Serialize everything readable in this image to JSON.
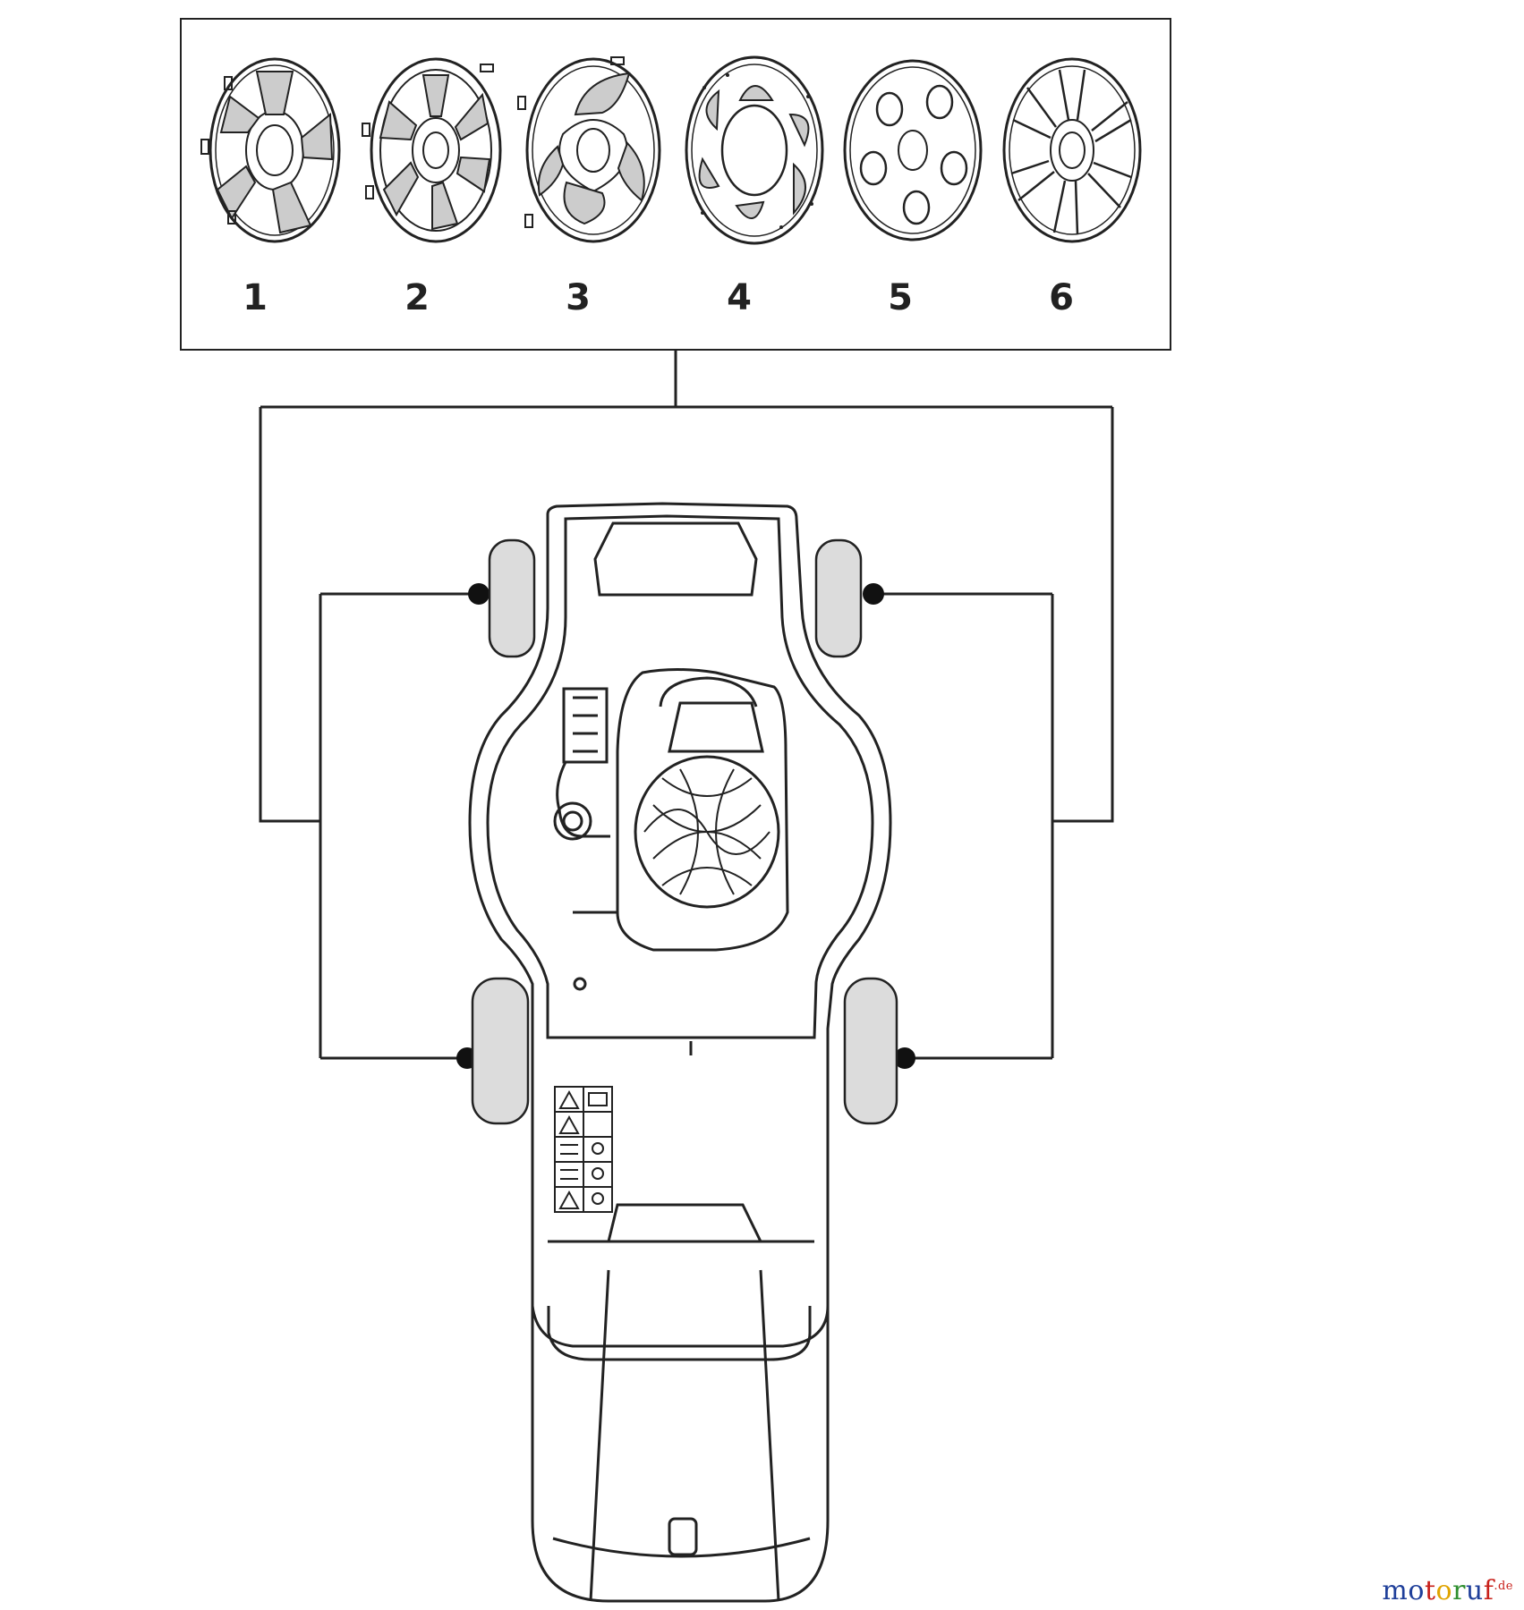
{
  "hubcaps": [
    {
      "number": "1",
      "icon": "hubcap-style-1-icon"
    },
    {
      "number": "2",
      "icon": "hubcap-style-2-icon"
    },
    {
      "number": "3",
      "icon": "hubcap-style-3-icon"
    },
    {
      "number": "4",
      "icon": "hubcap-style-4-icon"
    },
    {
      "number": "5",
      "icon": "hubcap-style-5-icon"
    },
    {
      "number": "6",
      "icon": "hubcap-style-6-icon"
    }
  ],
  "watermark": {
    "text": "motoruf",
    "tld": ".de",
    "letter_colors": [
      "#1f3f9a",
      "#1f3f9a",
      "#c8201a",
      "#e0a400",
      "#2e8f2e",
      "#1f3f9a",
      "#c8201a"
    ]
  },
  "colors": {
    "line": "#222222",
    "wheel_fill": "#dcdcdc",
    "background": "#ffffff"
  }
}
